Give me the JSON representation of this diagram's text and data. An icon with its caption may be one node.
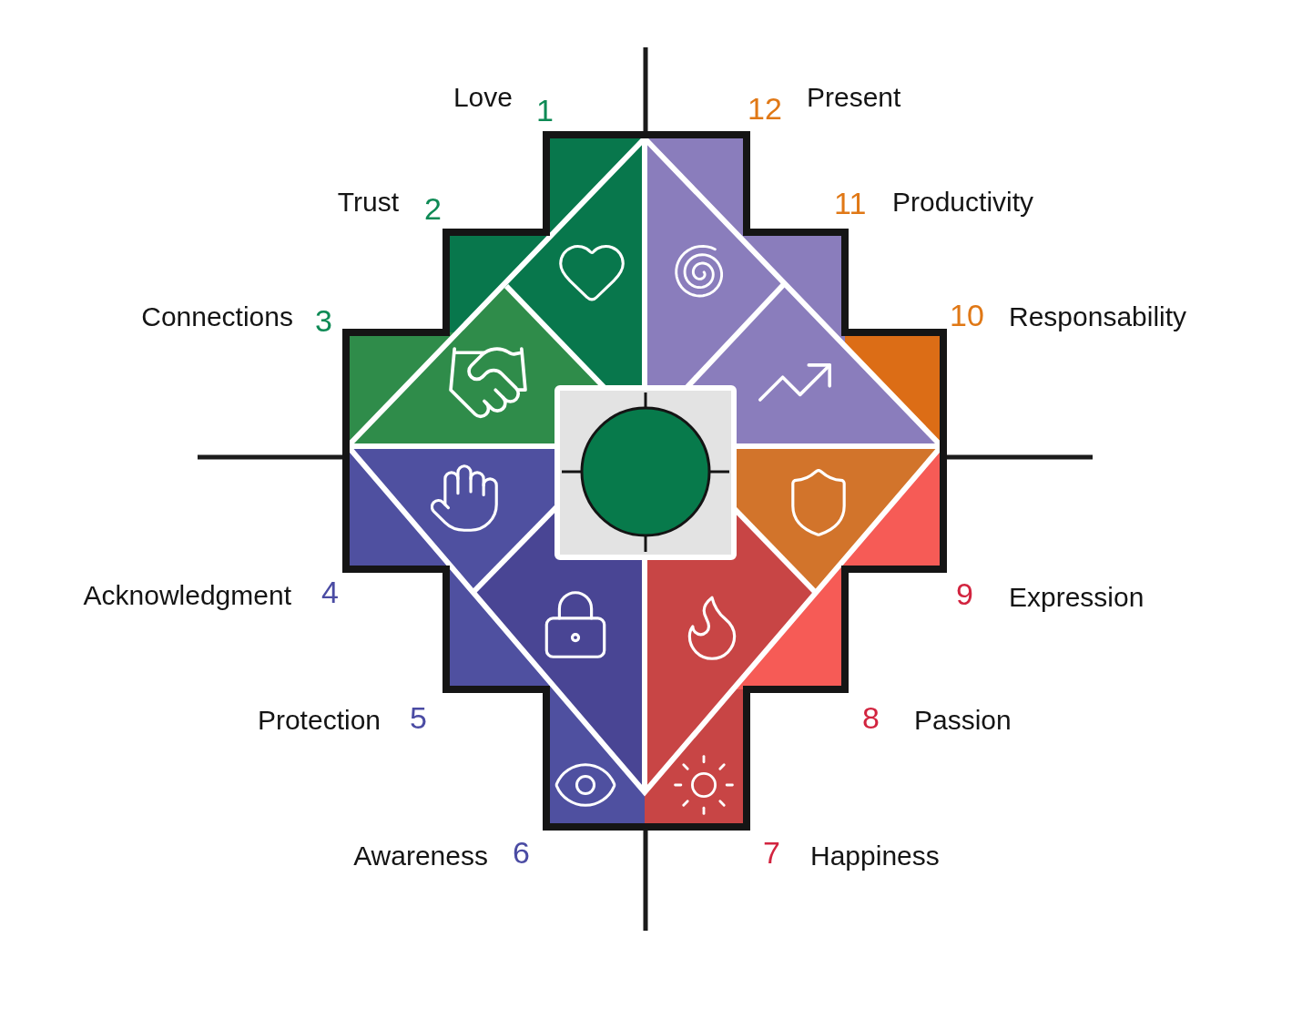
{
  "diagram": {
    "labels": [
      "Love",
      "1",
      "12",
      "Present",
      "Trust",
      "2",
      "11",
      "Productivity",
      "Connections",
      "3",
      "10",
      "Responsability",
      "Acknowledgment",
      "4",
      "9",
      "Expression",
      "Protection",
      "5",
      "8",
      "Passion",
      "Awareness",
      "6",
      "7",
      "Happiness"
    ]
  }
}
